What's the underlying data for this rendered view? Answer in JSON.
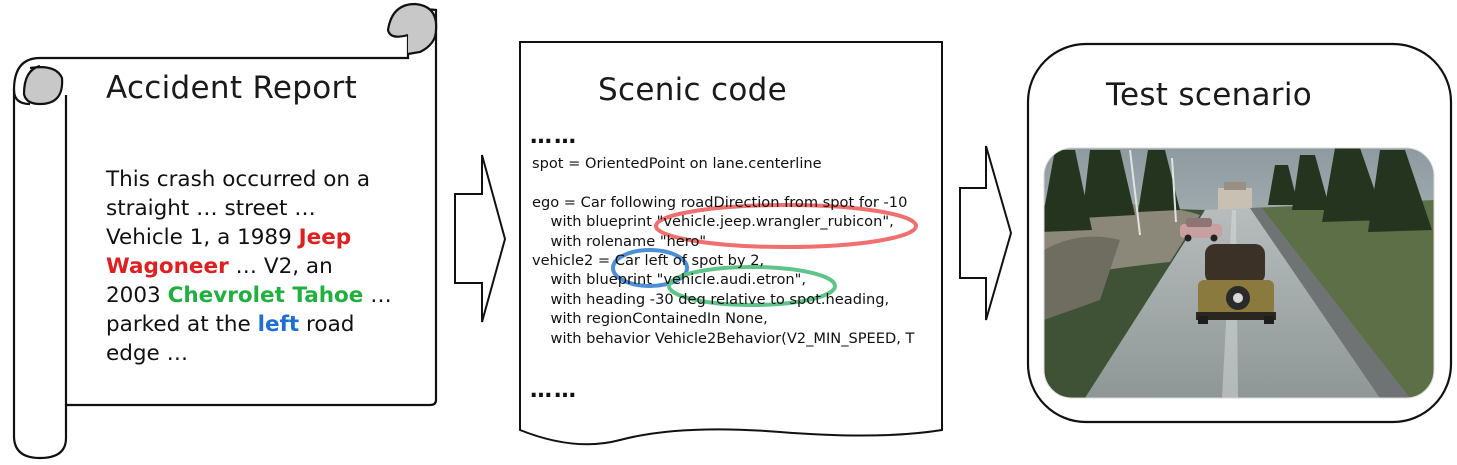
{
  "report": {
    "title": "Accident Report",
    "lines": [
      [
        {
          "t": "This crash occurred on a",
          "c": ""
        }
      ],
      [
        {
          "t": "straight … street …",
          "c": ""
        }
      ],
      [
        {
          "t": "Vehicle 1, a 1989 ",
          "c": ""
        },
        {
          "t": "Jeep",
          "c": "red"
        }
      ],
      [
        {
          "t": "Wagoneer",
          "c": "red"
        },
        {
          "t": " … V2, an",
          "c": ""
        }
      ],
      [
        {
          "t": "2003 ",
          "c": ""
        },
        {
          "t": "Chevrolet Tahoe",
          "c": "green"
        },
        {
          "t": " …",
          "c": ""
        }
      ],
      [
        {
          "t": "parked at the ",
          "c": ""
        },
        {
          "t": "left",
          "c": "blue"
        },
        {
          "t": " road",
          "c": ""
        }
      ],
      [
        {
          "t": "edge …",
          "c": ""
        }
      ]
    ]
  },
  "code": {
    "title": "Scenic code",
    "ellipsis_top": "……",
    "ellipsis_bottom": "……",
    "lines": [
      "spot = OrientedPoint on lane.centerline",
      "",
      "ego = Car following roadDirection from spot for -10",
      "    with blueprint \"vehicle.jeep.wrangler_rubicon\",",
      "    with rolename \"hero\"",
      "vehicle2 = Car left of spot by 2,",
      "    with blueprint \"vehicle.audi.etron\",",
      "    with heading -30 deg relative to spot.heading,",
      "    with regionContainedIn None,",
      "    with behavior Vehicle2Behavior(V2_MIN_SPEED, T"
    ]
  },
  "scenario": {
    "title": "Test scenario"
  },
  "colors": {
    "red": "#e02020",
    "green": "#20b040",
    "blue": "#1e6fd0",
    "highlight_red": "#f07070",
    "highlight_green": "#5ec48a",
    "highlight_blue": "#4d8fd6"
  }
}
